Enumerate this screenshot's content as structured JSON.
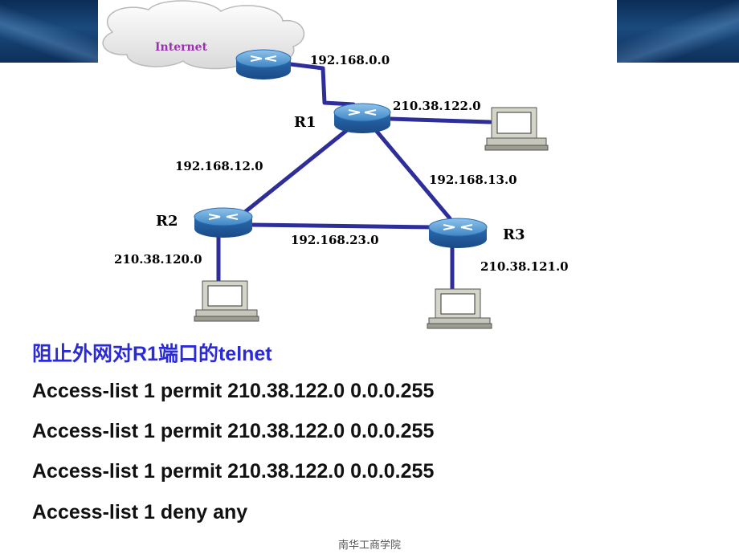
{
  "diagram": {
    "cloud_label": "Internet",
    "routers": {
      "r1": "R1",
      "r2": "R2",
      "r3": "R3"
    },
    "networks": {
      "inet_r1": "192.168.0.0",
      "r1_lan": "210.38.122.0",
      "r1_r2": "192.168.12.0",
      "r1_r3": "192.168.13.0",
      "r2_r3": "192.168.23.0",
      "r2_lan": "210.38.120.0",
      "r3_lan": "210.38.121.0"
    }
  },
  "content": {
    "heading": "阻止外网对R1端口的telnet",
    "lines": [
      "Access-list 1 permit 210.38.122.0 0.0.0.255",
      "Access-list 1 permit 210.38.122.0 0.0.0.255",
      "Access-list 1 permit 210.38.122.0 0.0.0.255",
      "Access-list 1 deny any"
    ]
  },
  "footer": "南华工商学院",
  "colors": {
    "link": "#2e2e9a",
    "heading": "#2a2ad6",
    "router": "#2a6bb0",
    "band": "#0b2c56"
  }
}
